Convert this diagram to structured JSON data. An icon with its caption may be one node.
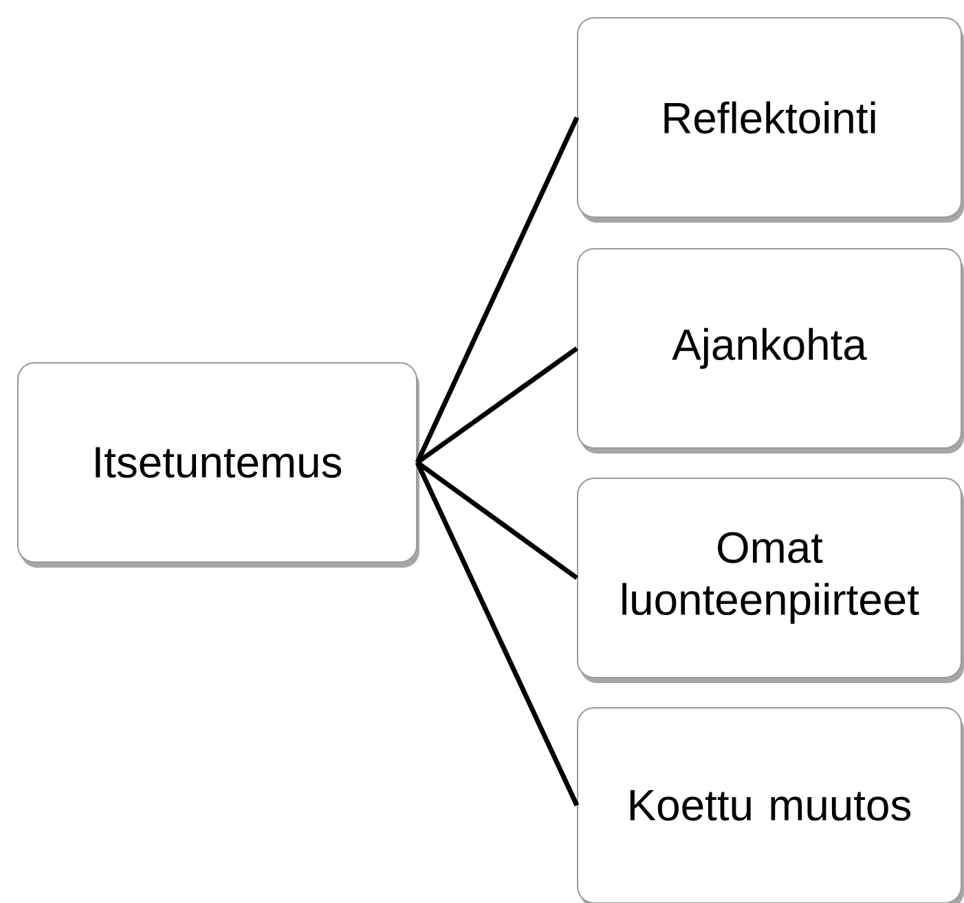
{
  "diagram": {
    "nodes": [
      {
        "text": [
          "Itsetuntemus"
        ]
      },
      {
        "text": [
          "Reflektointi"
        ]
      },
      {
        "text": [
          "Ajankohta"
        ]
      },
      {
        "text": [
          "Omat luonteenpiirteet"
        ]
      },
      {
        "text": [
          "Koettu muutos"
        ]
      }
    ],
    "edges": [
      {
        "from": 0,
        "to": 1,
        "arrow": "none"
      },
      {
        "from": 0,
        "to": 2,
        "arrow": "none"
      },
      {
        "from": 0,
        "to": 3,
        "arrow": "none"
      },
      {
        "from": 0,
        "to": 4,
        "arrow": "none"
      }
    ]
  }
}
